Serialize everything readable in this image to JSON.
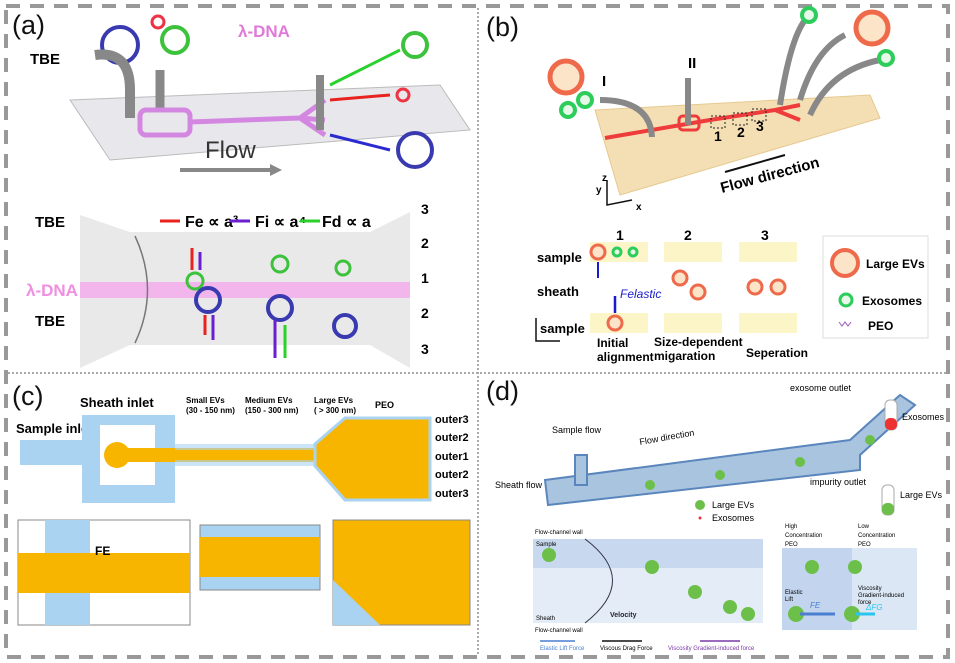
{
  "panel_a": {
    "label": "(a)",
    "dna_top": "λ-DNA",
    "tbe_top": "TBE",
    "flow": "Flow",
    "tbe1": "TBE",
    "tbe2": "TBE",
    "dna": "λ-DNA",
    "force_e": "Fe ∝ a³",
    "force_i": "Fi ∝ a⁴",
    "force_d": "Fd ∝ a",
    "outlets": [
      "3",
      "2",
      "1",
      "2",
      "3"
    ],
    "colors": {
      "electro": "#e8231f",
      "inertial": "#6a1fd0",
      "drag": "#2bd12b",
      "dna": "#f08ee0"
    }
  },
  "panel_b": {
    "label": "(b)",
    "inlet_1": "I",
    "inlet_2": "II",
    "zones": [
      "1",
      "2",
      "3"
    ],
    "flow_direction": "Flow direction",
    "axes": {
      "x": "x",
      "y": "y",
      "z": "z"
    },
    "stage_numbers": [
      "1",
      "2",
      "3"
    ],
    "rows": [
      "sample",
      "sheath",
      "sample"
    ],
    "force": "Felastic",
    "stages": [
      "Initial alignment",
      "Size-dependent migaration",
      "Seperation"
    ],
    "legend": [
      "Large EVs",
      "Exosomes",
      "PEO"
    ]
  },
  "panel_c": {
    "label": "(c)",
    "sheath_inlet": "Sheath inlet",
    "sample_inlet": "Sample inlet",
    "legend": [
      {
        "name": "Small EVs",
        "range": "(30 - 150 nm)"
      },
      {
        "name": "Medium EVs",
        "range": "(150 - 300 nm)"
      },
      {
        "name": "Large EVs",
        "range": "( > 300 nm)"
      },
      {
        "name": "PEO",
        "range": ""
      }
    ],
    "outlets": [
      "outer3",
      "outer2",
      "outer1",
      "outer2",
      "outer3"
    ],
    "force_label": "FE",
    "colors": {
      "sheath": "#a9d3f0",
      "sample": "#f7b500"
    }
  },
  "panel_d": {
    "label": "(d)",
    "exosome_outlet": "exosome outlet",
    "exosomes_tube": "Exosomes",
    "sample_flow": "Sample flow",
    "flow_direction": "Flow direction",
    "sheath_flow": "Sheath flow",
    "impurity_outlet": "impurity outlet",
    "large_evs_tube": "Large EVs",
    "legend": [
      "Large EVs",
      "Exosomes"
    ],
    "wall_top": "Flow-channel wall",
    "wall_bottom": "Flow-channel wall",
    "sample": "Sample",
    "sheath": "Sheath",
    "velocity": "Velocity",
    "high_peo": [
      "High",
      "Concentration",
      "PEO"
    ],
    "low_peo": [
      "Low",
      "Concentration",
      "PEO"
    ],
    "elastic_lift": [
      "Elastic",
      "Lift"
    ],
    "viscosity_force": [
      "Viscosity",
      "Gradient-induced",
      "force"
    ],
    "fe": "FE",
    "dfg": "ΔFG",
    "force_legend": [
      "Elastic Lift Force",
      "Viscous Drag Force",
      "Viscosity Gradient-induced force"
    ]
  }
}
